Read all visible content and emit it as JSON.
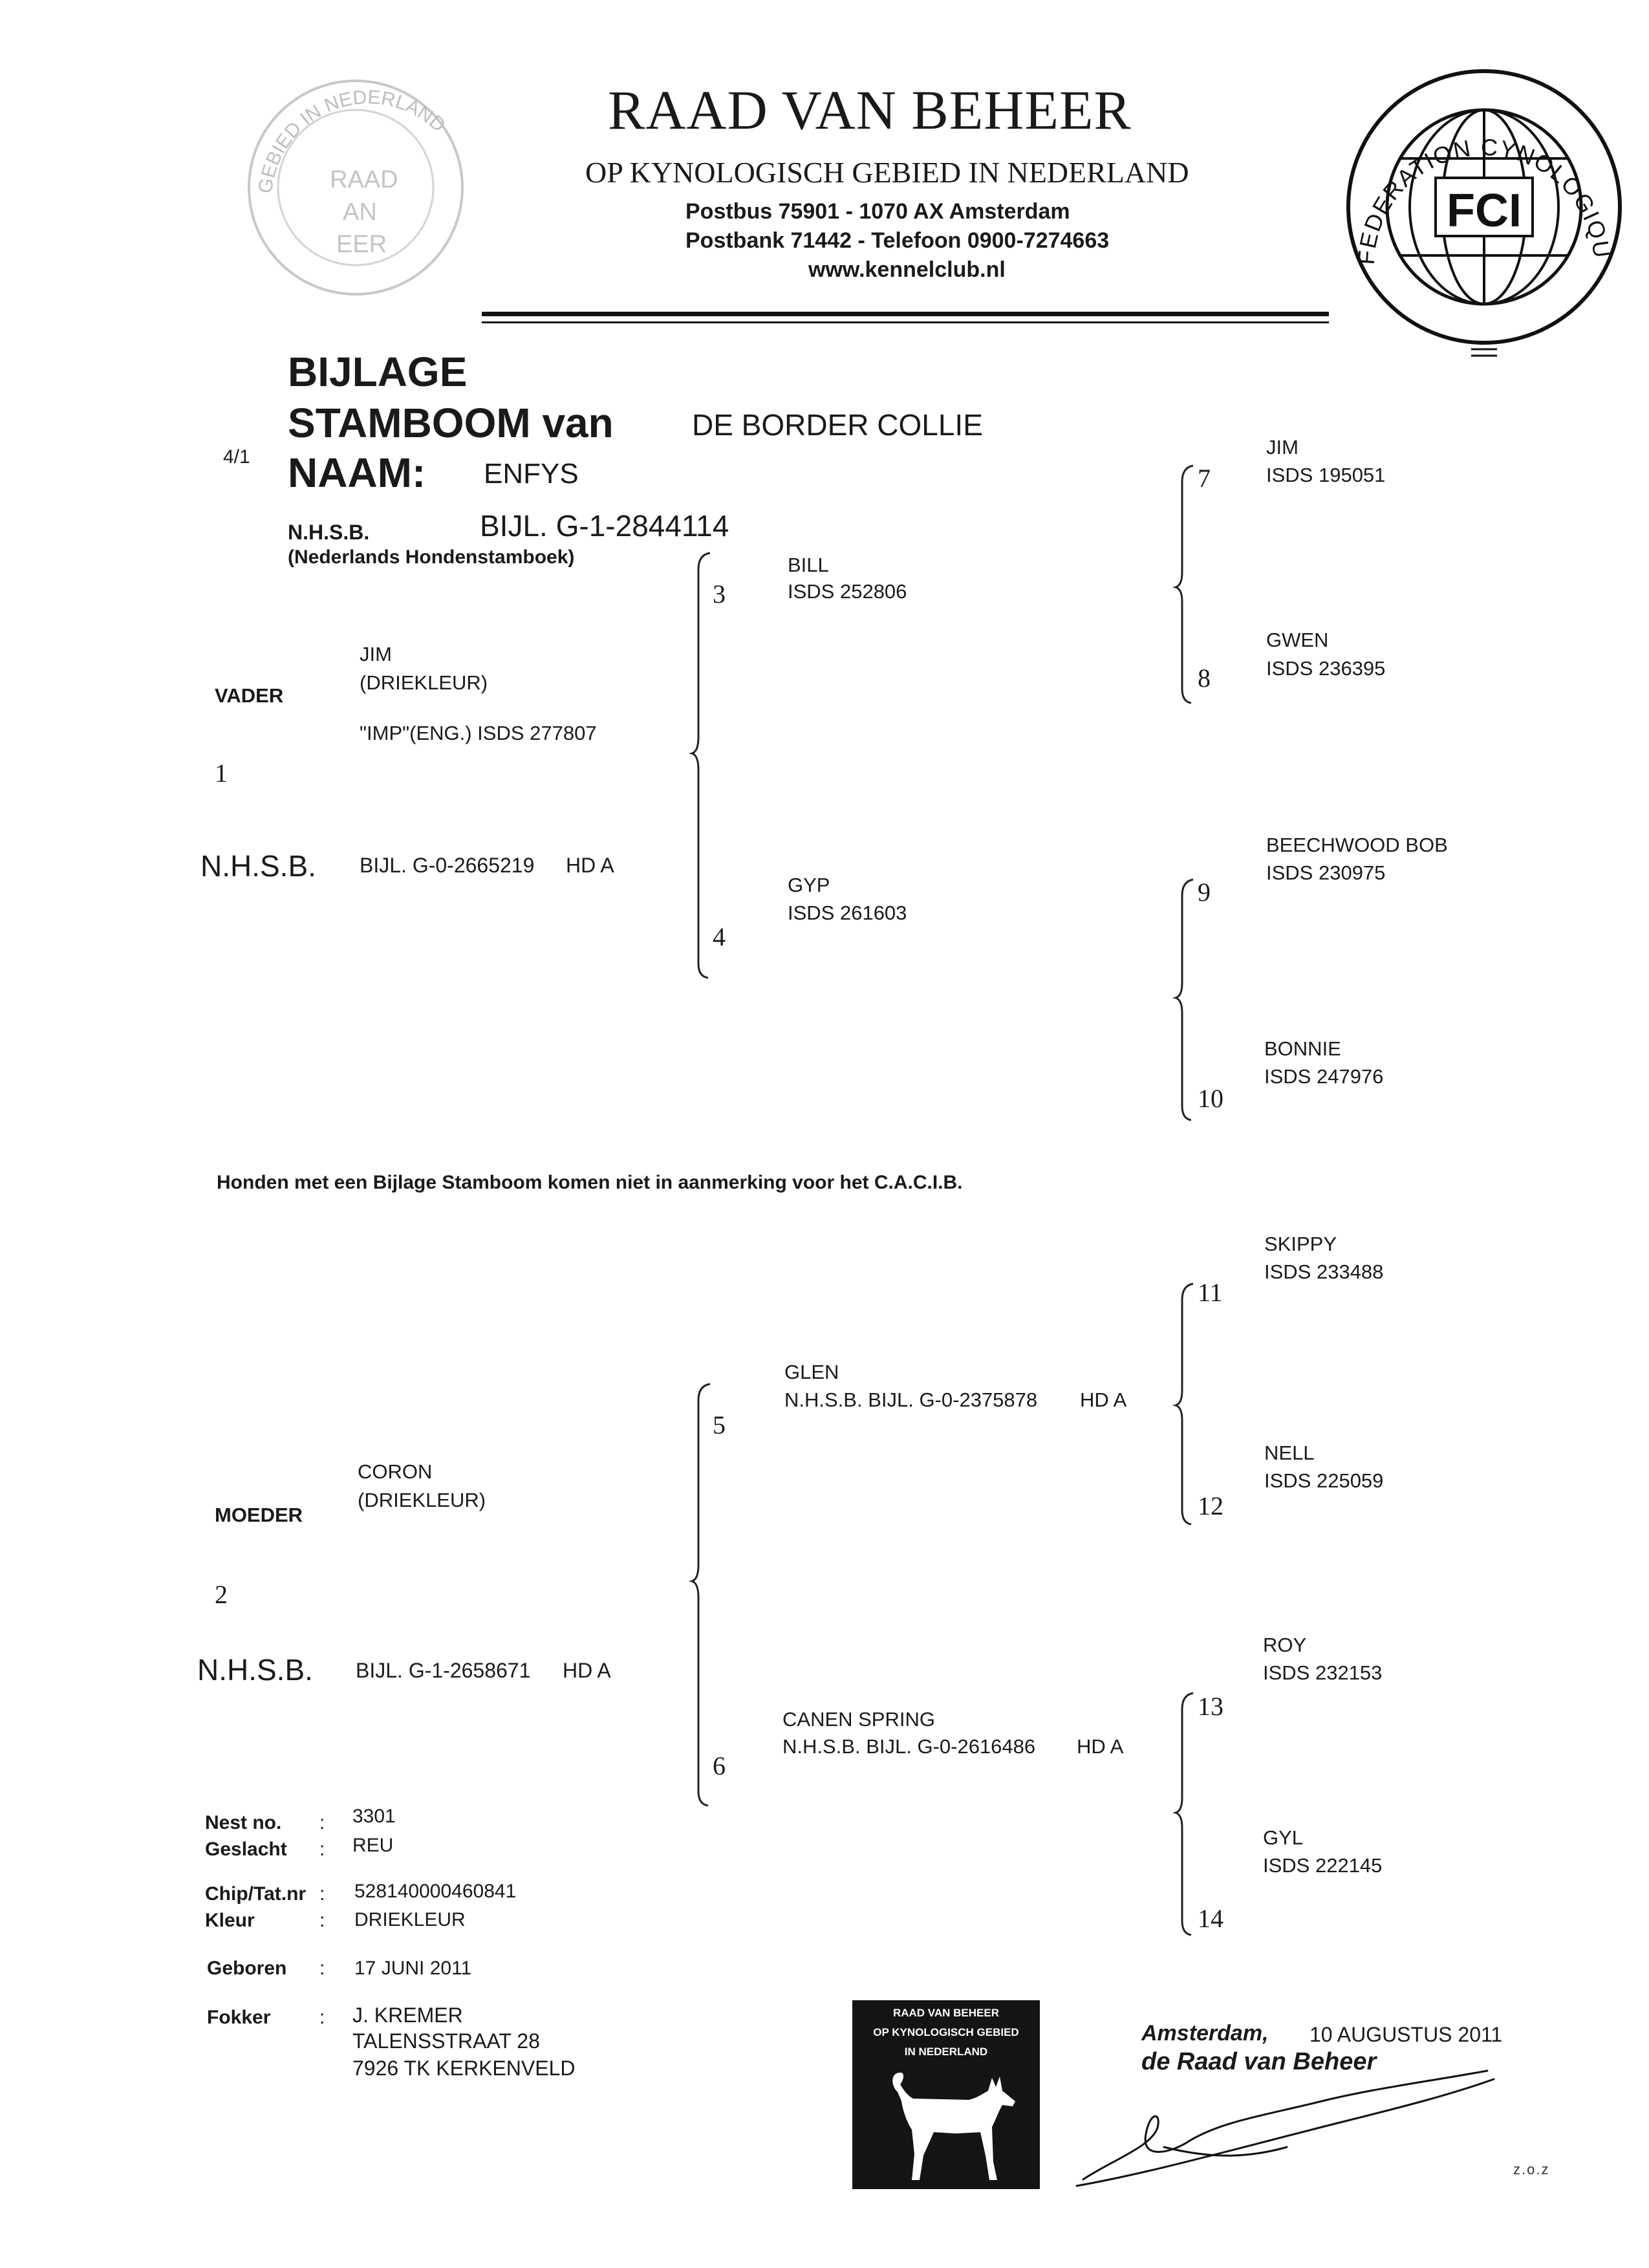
{
  "header": {
    "title": "RAAD VAN BEHEER",
    "subtitle": "OP KYNOLOGISCH GEBIED IN NEDERLAND",
    "address": "Postbus 75901 - 1070 AX Amsterdam",
    "phone": "Postbank 71442 - Telefoon 0900-7274663",
    "website": "www.kennelclub.nl"
  },
  "stamp_faint": {
    "ring_text": "GEBIED IN NEDERLAND",
    "center_lines": [
      "RAAD",
      "AN",
      "EER"
    ]
  },
  "fci_logo": {
    "ring_text": "FEDERATION CYNOLOGIQUE INTERNATIONALE",
    "center": "FCI"
  },
  "doc": {
    "page_ref": "4/1",
    "heading_line1": "BIJLAGE",
    "heading_line2": "STAMBOOM van",
    "breed": "DE BORDER COLLIE",
    "name_label": "NAAM:",
    "name": "ENFYS",
    "nhsb_label": "N.H.S.B.",
    "nhsb_number": "BIJL. G-1-2844114",
    "nhsb_full": "(Nederlands Hondenstamboek)"
  },
  "father": {
    "label": "VADER",
    "number": "1",
    "name": "JIM",
    "color": "(DRIEKLEUR)",
    "origin": "\"IMP\"(ENG.) ISDS 277807",
    "nhsb_label": "N.H.S.B.",
    "reg": "BIJL. G-0-2665219",
    "hd": "HD A"
  },
  "mother": {
    "label": "MOEDER",
    "number": "2",
    "name": "CORON",
    "color": "(DRIEKLEUR)",
    "nhsb_label": "N.H.S.B.",
    "reg": "BIJL. G-1-2658671",
    "hd": "HD A"
  },
  "grandparents": [
    {
      "num": "3",
      "name": "BILL",
      "reg": "ISDS 252806"
    },
    {
      "num": "4",
      "name": "GYP",
      "reg": "ISDS 261603"
    },
    {
      "num": "5",
      "name": "GLEN",
      "reg": "N.H.S.B. BIJL. G-0-2375878",
      "hd": "HD A"
    },
    {
      "num": "6",
      "name": "CANEN SPRING",
      "reg": "N.H.S.B. BIJL. G-0-2616486",
      "hd": "HD A"
    }
  ],
  "great_grandparents": [
    {
      "num": "7",
      "name": "JIM",
      "reg": "ISDS 195051"
    },
    {
      "num": "8",
      "name": "GWEN",
      "reg": "ISDS 236395"
    },
    {
      "num": "9",
      "name": "BEECHWOOD BOB",
      "reg": "ISDS 230975"
    },
    {
      "num": "10",
      "name": "BONNIE",
      "reg": "ISDS 247976"
    },
    {
      "num": "11",
      "name": "SKIPPY",
      "reg": "ISDS 233488"
    },
    {
      "num": "12",
      "name": "NELL",
      "reg": "ISDS 225059"
    },
    {
      "num": "13",
      "name": "ROY",
      "reg": "ISDS 232153"
    },
    {
      "num": "14",
      "name": "GYL",
      "reg": "ISDS 222145"
    }
  ],
  "notice": "Honden met een Bijlage Stamboom komen niet in aanmerking voor het C.A.C.I.B.",
  "details": {
    "nest_label": "Nest no.",
    "nest": "3301",
    "sex_label": "Geslacht",
    "sex": "REU",
    "chip_label": "Chip/Tat.nr",
    "chip": "528140000460841",
    "color_label": "Kleur",
    "color": "DRIEKLEUR",
    "born_label": "Geboren",
    "born": "17 JUNI 2011",
    "breeder_label": "Fokker",
    "breeder_name": "J.  KREMER",
    "breeder_street": "TALENSSTRAAT 28",
    "breeder_city": "7926 TK  KERKENVELD",
    "colon": ":"
  },
  "logo_box": {
    "line1": "RAAD VAN BEHEER",
    "line2": "OP KYNOLOGISCH GEBIED",
    "line3": "IN NEDERLAND"
  },
  "signature": {
    "place": "Amsterdam,",
    "date": "10 AUGUSTUS 2011",
    "org": "de Raad van Beheer"
  },
  "footer_mark": "z.o.z"
}
